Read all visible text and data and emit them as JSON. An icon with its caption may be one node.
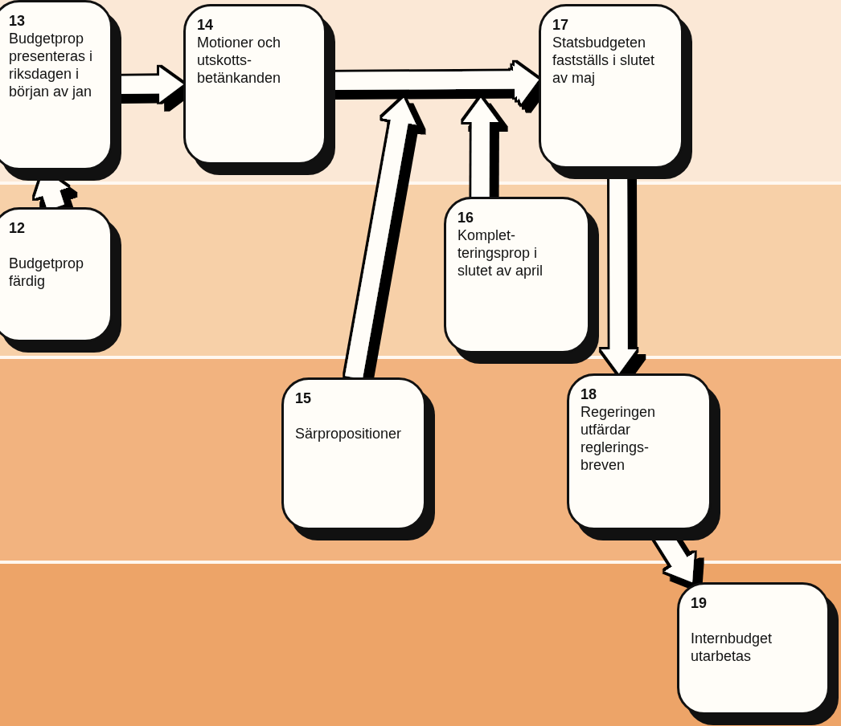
{
  "diagram": {
    "nodes": [
      {
        "text": [
          "13",
          "Budgetprop presenteras i riksdagen i början av jan"
        ]
      },
      {
        "text": [
          "14",
          "Motioner och utskotts- betänkanden"
        ]
      },
      {
        "text": [
          "17",
          "Statsbudgeten fastställs i slutet av maj"
        ]
      },
      {
        "text": [
          "12",
          "Budgetprop färdig"
        ]
      },
      {
        "text": [
          "16",
          "Komplet- teringsprop i slutet av april"
        ]
      },
      {
        "text": [
          "15",
          "Särpropositioner"
        ]
      },
      {
        "text": [
          "18",
          "Regeringen utfärdar reglerings- breven"
        ]
      },
      {
        "text": [
          "19",
          "Internbudget utarbetas"
        ]
      }
    ],
    "edges": [
      {
        "from": 3,
        "to": 0,
        "arrow": "to"
      },
      {
        "from": 0,
        "to": 1,
        "arrow": "to"
      },
      {
        "from": 1,
        "to": 2,
        "arrow": "to"
      },
      {
        "from": 5,
        "to": 2,
        "arrow": "to"
      },
      {
        "from": 4,
        "to": 2,
        "arrow": "to"
      },
      {
        "from": 2,
        "to": 6,
        "arrow": "to"
      },
      {
        "from": 6,
        "to": 7,
        "arrow": "to"
      }
    ]
  }
}
